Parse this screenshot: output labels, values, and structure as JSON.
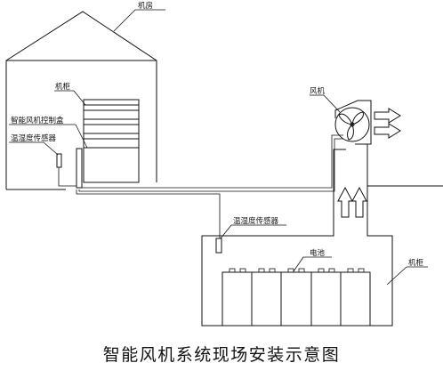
{
  "labels": {
    "machine_room": "机房",
    "cabinet": "机柜",
    "fan_controller": "智能风机控制盒",
    "sensor_indoor": "温湿度传感器",
    "fan": "风机",
    "sensor_battery": "温湿度传感器",
    "battery": "电池",
    "battery_cabinet": "机柜"
  },
  "caption": "智能风机系统现场安装示意图"
}
